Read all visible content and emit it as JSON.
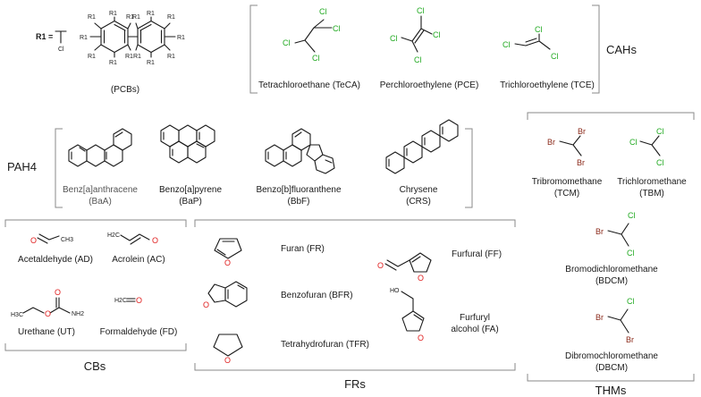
{
  "colors": {
    "chlorine": "#22aa22",
    "bromine": "#8b2a1a",
    "oxygen": "#e02020",
    "nitrogen": "#2a3ad0",
    "text": "#1a1a1a",
    "bracket": "#8a8a8a"
  },
  "atoms": {
    "cl": "Cl",
    "br": "Br",
    "o": "O",
    "r1": "R1",
    "r1_def": "R1 =",
    "n": "N",
    "h": "H",
    "h3c": "H3C",
    "ch3": "CH3",
    "nh2": "NH2",
    "h2c": "H2C",
    "ho": "HO"
  },
  "groups": {
    "cahs": "CAHs",
    "pah4": "PAH4",
    "cbs": "CBs",
    "frs": "FRs",
    "thms": "THMs"
  },
  "compounds": {
    "pcb": "(PCBs)",
    "teca": "Tetrachloroethane (TeCA)",
    "pce": "Perchloroethylene (PCE)",
    "tce": "Trichloroethylene (TCE)",
    "baa_name": "Benz[a]anthracene",
    "baa_abbr": "(BaA)",
    "bap_name": "Benzo[a]pyrene",
    "bap_abbr": "(BaP)",
    "bbf_name": "Benzo[b]fluoranthene",
    "bbf_abbr": "(BbF)",
    "crs_name": "Chrysene",
    "crs_abbr": "(CRS)",
    "tcm_name": "Tribromomethane",
    "tcm_abbr": "(TCM)",
    "tbm_name": "Trichloromethane",
    "tbm_abbr": "(TBM)",
    "bdcm_name": "Bromodichloromethane",
    "bdcm_abbr": "(BDCM)",
    "dbcm_name": "Dibromochloromethane",
    "dbcm_abbr": "(DBCM)",
    "ad": "Acetaldehyde (AD)",
    "ac": "Acrolein (AC)",
    "ut": "Urethane (UT)",
    "fd": "Formaldehyde (FD)",
    "fr": "Furan (FR)",
    "ff": "Furfural (FF)",
    "bfr": "Benzofuran (BFR)",
    "tfr": "Tetrahydrofuran (TFR)",
    "fa_1": "Furfuryl",
    "fa_2": "alcohol (FA)"
  }
}
